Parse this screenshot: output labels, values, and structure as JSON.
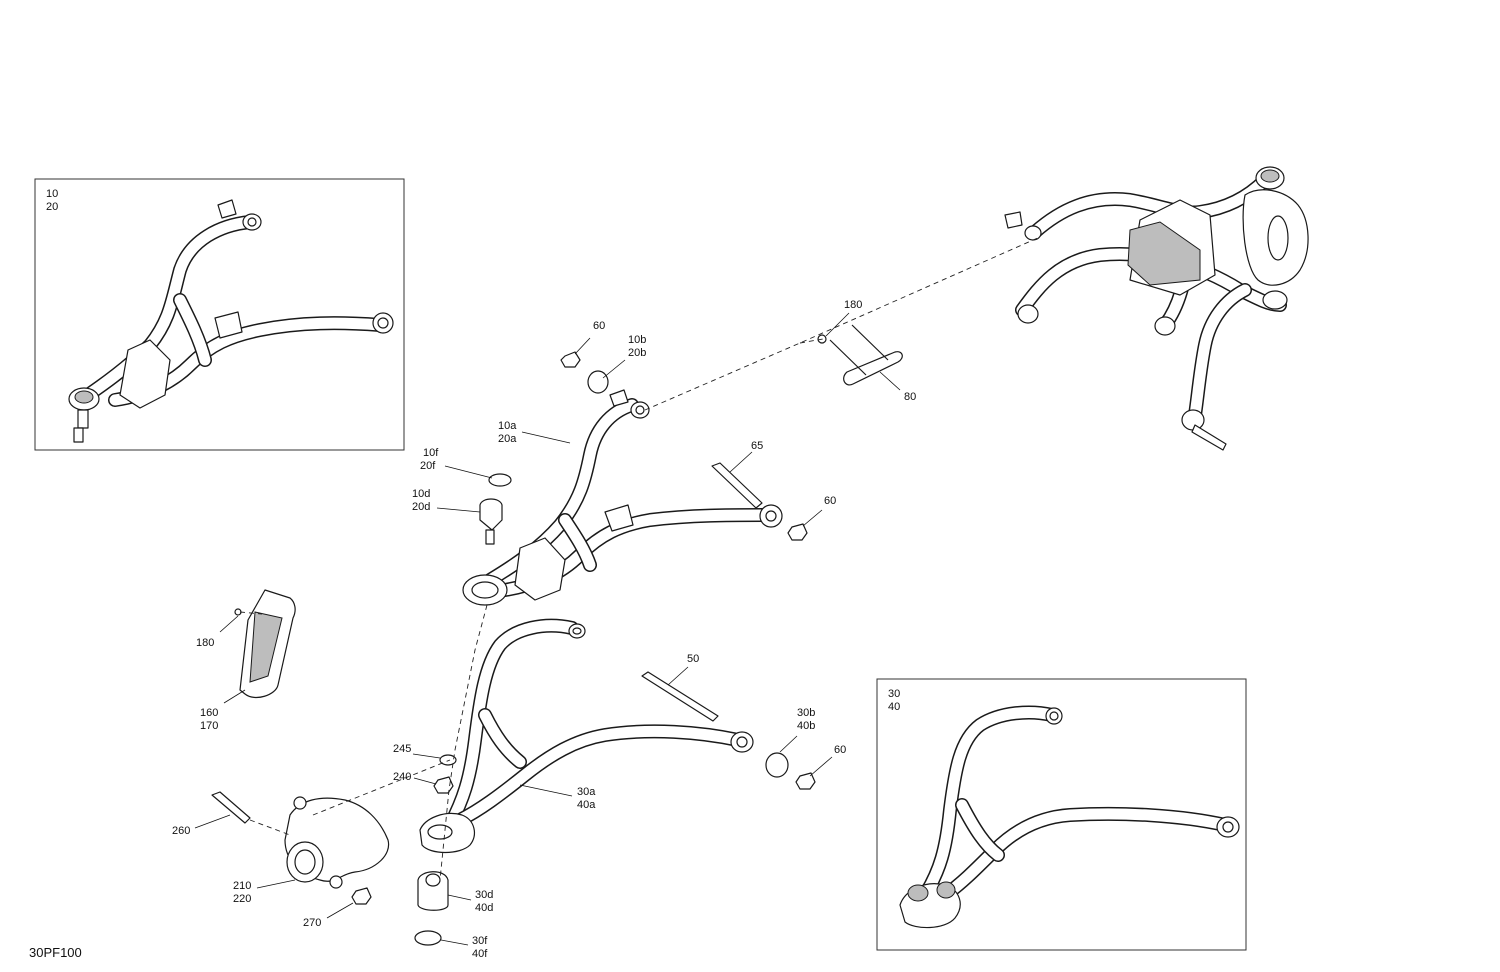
{
  "diagram": {
    "code": "30PF100",
    "inset_upper_arm": {
      "lines": [
        "10",
        "20"
      ]
    },
    "inset_lower_arm": {
      "lines": [
        "30",
        "40"
      ]
    },
    "callouts": [
      {
        "id": "c-60-top",
        "lines": [
          "60"
        ]
      },
      {
        "id": "c-10b",
        "lines": [
          "10b",
          "20b"
        ]
      },
      {
        "id": "c-180-top",
        "lines": [
          "180"
        ]
      },
      {
        "id": "c-80",
        "lines": [
          "80"
        ]
      },
      {
        "id": "c-10a",
        "lines": [
          "10a",
          "20a"
        ]
      },
      {
        "id": "c-10f",
        "lines": [
          "10f",
          "20f"
        ]
      },
      {
        "id": "c-65",
        "lines": [
          "65"
        ]
      },
      {
        "id": "c-10d",
        "lines": [
          "10d",
          "20d"
        ]
      },
      {
        "id": "c-60-mid",
        "lines": [
          "60"
        ]
      },
      {
        "id": "c-180-left",
        "lines": [
          "180"
        ]
      },
      {
        "id": "c-160",
        "lines": [
          "160",
          "170"
        ]
      },
      {
        "id": "c-50",
        "lines": [
          "50"
        ]
      },
      {
        "id": "c-30b",
        "lines": [
          "30b",
          "40b"
        ]
      },
      {
        "id": "c-60-low",
        "lines": [
          "60"
        ]
      },
      {
        "id": "c-245",
        "lines": [
          "245"
        ]
      },
      {
        "id": "c-240",
        "lines": [
          "240"
        ]
      },
      {
        "id": "c-30a",
        "lines": [
          "30a",
          "40a"
        ]
      },
      {
        "id": "c-260",
        "lines": [
          "260"
        ]
      },
      {
        "id": "c-210",
        "lines": [
          "210",
          "220"
        ]
      },
      {
        "id": "c-30d",
        "lines": [
          "30d",
          "40d"
        ]
      },
      {
        "id": "c-270",
        "lines": [
          "270"
        ]
      },
      {
        "id": "c-30f",
        "lines": [
          "30f",
          "40f"
        ]
      }
    ]
  }
}
